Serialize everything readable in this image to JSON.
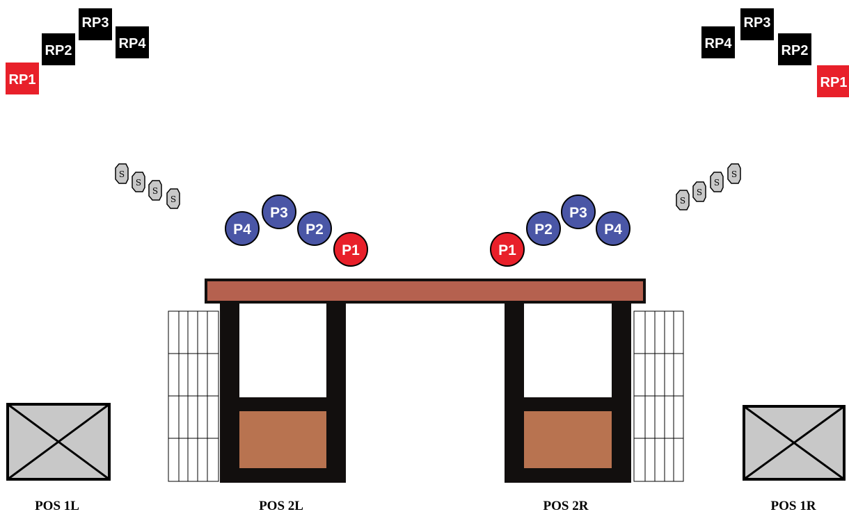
{
  "colors": {
    "red": "#e8202a",
    "black": "#000000",
    "blue": "#4a56a6",
    "table_top": "#b5614f",
    "cabinet_fill": "#b87350",
    "frame": "#120f0e",
    "box_gray": "#c8c8c8",
    "s_fill": "#c8c8c8"
  },
  "rp_left": [
    {
      "label": "RP1",
      "color": "red"
    },
    {
      "label": "RP2",
      "color": "black"
    },
    {
      "label": "RP3",
      "color": "black"
    },
    {
      "label": "RP4",
      "color": "black"
    }
  ],
  "rp_right": [
    {
      "label": "RP1",
      "color": "red"
    },
    {
      "label": "RP2",
      "color": "black"
    },
    {
      "label": "RP3",
      "color": "black"
    },
    {
      "label": "RP4",
      "color": "black"
    }
  ],
  "players_left": [
    {
      "label": "P1",
      "color": "red"
    },
    {
      "label": "P2",
      "color": "blue"
    },
    {
      "label": "P3",
      "color": "blue"
    },
    {
      "label": "P4",
      "color": "blue"
    }
  ],
  "players_right": [
    {
      "label": "P1",
      "color": "red"
    },
    {
      "label": "P2",
      "color": "blue"
    },
    {
      "label": "P3",
      "color": "blue"
    },
    {
      "label": "P4",
      "color": "blue"
    }
  ],
  "seat_label": "S",
  "positions": {
    "pos_1l": "POS 1L",
    "pos_2l": "POS 2L",
    "pos_2r": "POS 2R",
    "pos_1r": "POS 1R"
  }
}
